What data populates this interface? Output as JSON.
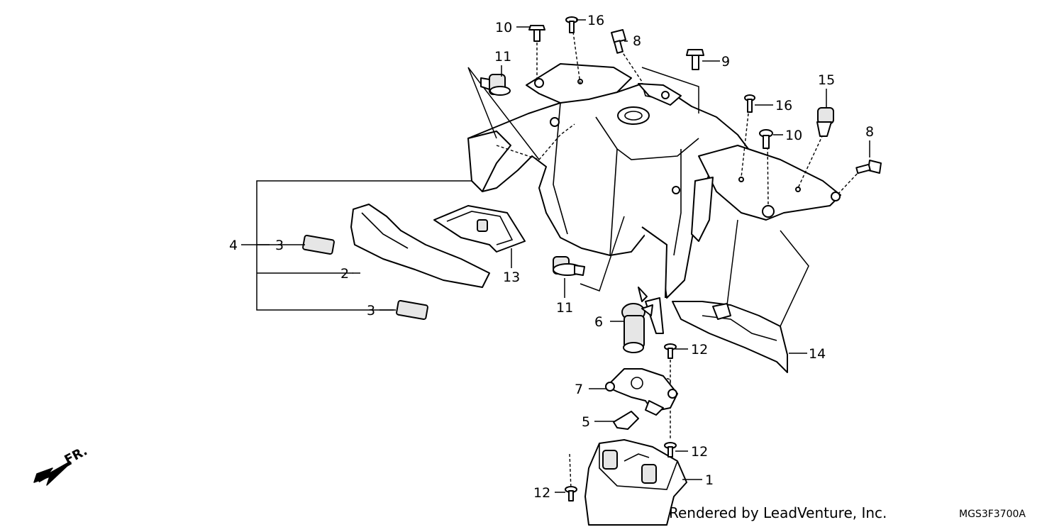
{
  "callouts": {
    "p1": "1",
    "p2": "2",
    "p3a": "3",
    "p3b": "3",
    "p4": "4",
    "p5": "5",
    "p6": "6",
    "p7": "7",
    "p8a": "8",
    "p8b": "8",
    "p9": "9",
    "p10a": "10",
    "p10b": "10",
    "p11a": "11",
    "p11b": "11",
    "p12a": "12",
    "p12b": "12",
    "p12c": "12",
    "p13": "13",
    "p14": "14",
    "p15": "15",
    "p16a": "16",
    "p16b": "16"
  },
  "front_indicator": "FR.",
  "footer": {
    "credit": "Rendered by LeadVenture, Inc.",
    "code": "MGS3F3700A"
  }
}
